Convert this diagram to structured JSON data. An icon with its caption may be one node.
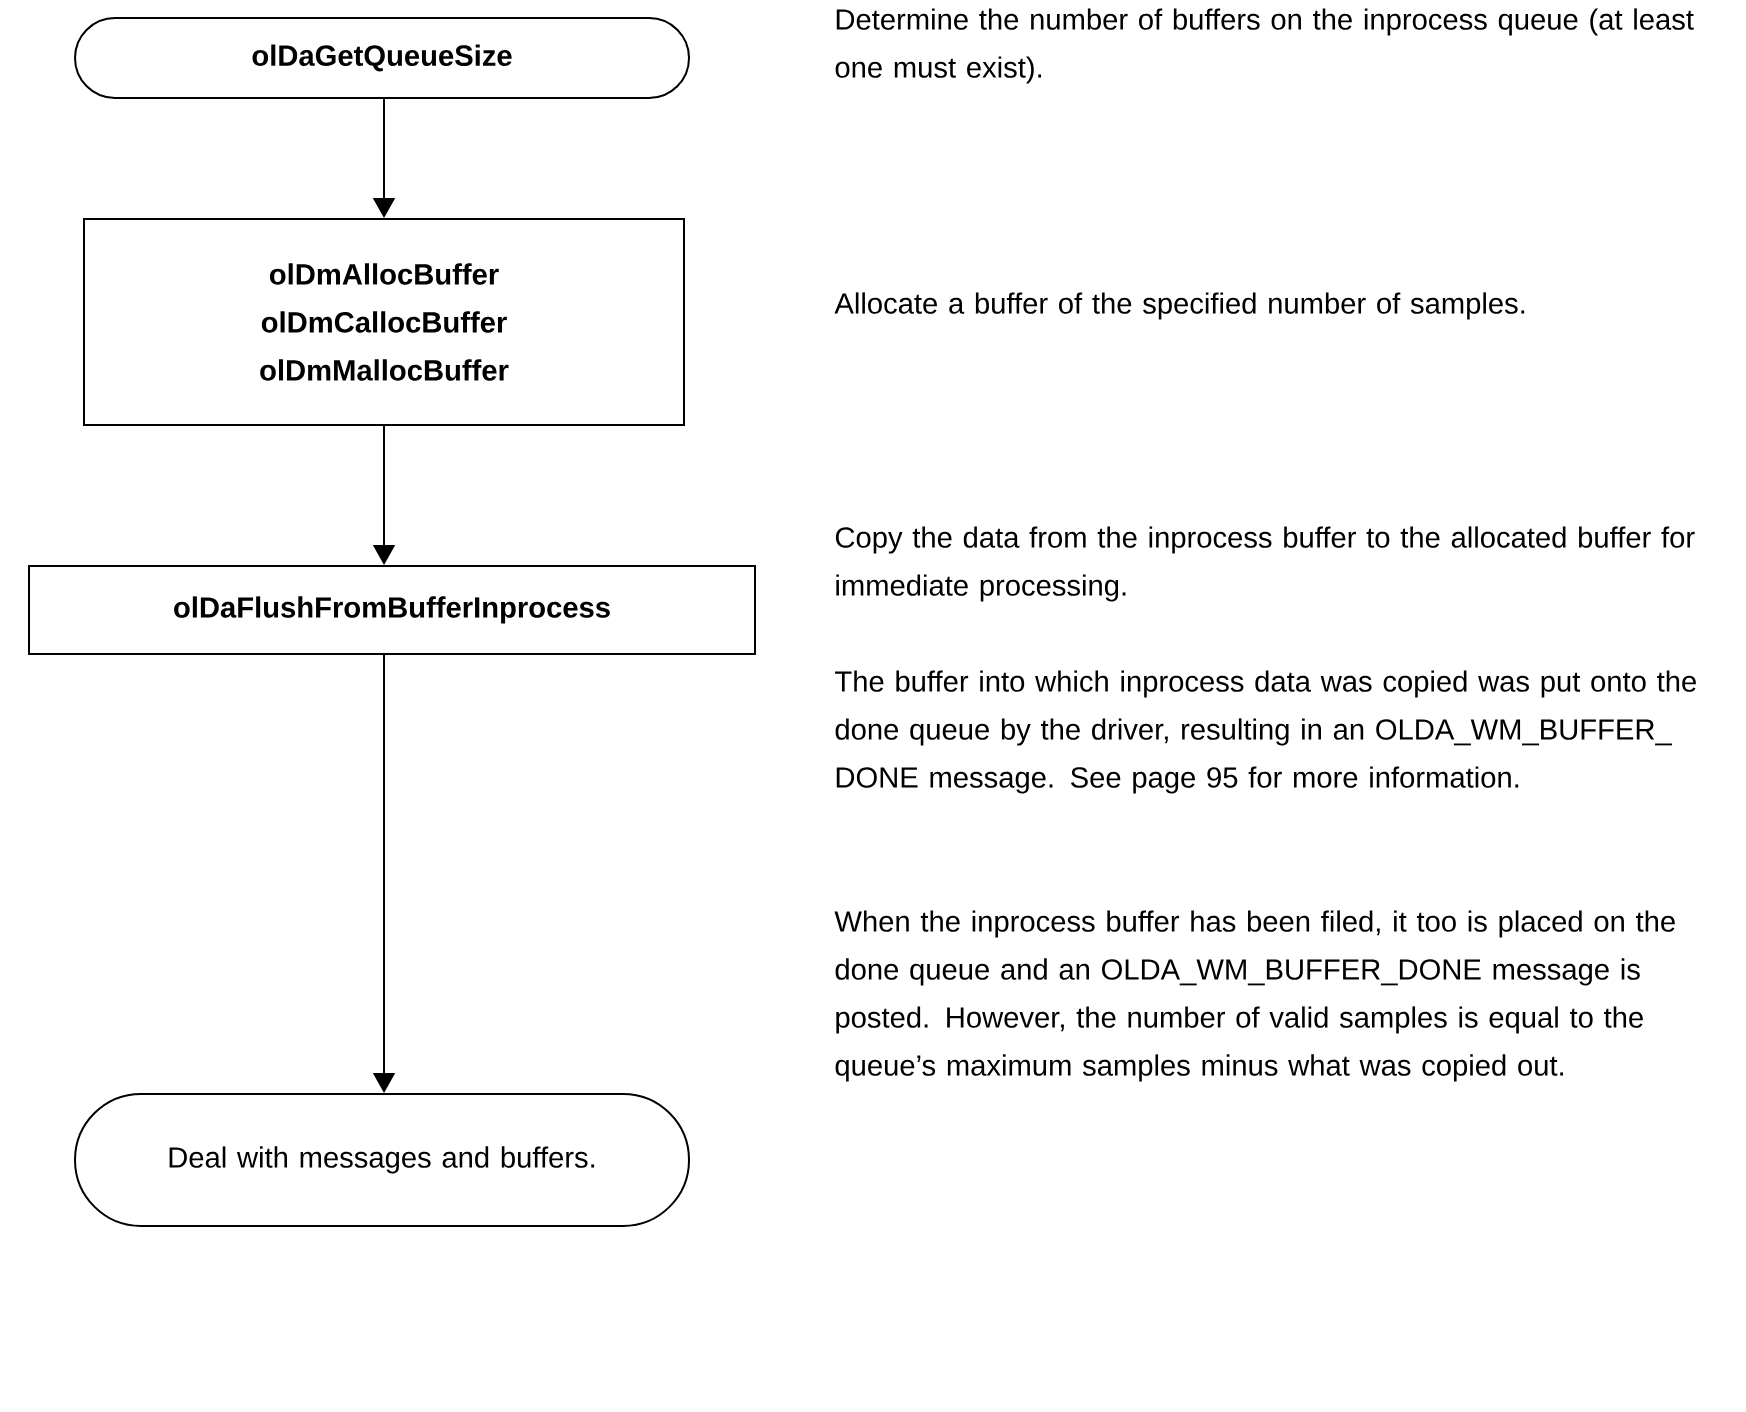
{
  "diagram": {
    "nodes": [
      {
        "text": [
          "olDaGetQueueSize"
        ]
      },
      {
        "text": [
          "olDmAllocBuffer",
          "olDmCallocBuffer",
          "olDmMallocBuffer"
        ]
      },
      {
        "text": [
          "olDaFlushFromBufferInprocess"
        ]
      },
      {
        "text": [
          "Deal with messages and buffers."
        ]
      }
    ],
    "edges": [
      {
        "from": 0,
        "to": 1,
        "arrow": "to"
      },
      {
        "from": 1,
        "to": 2,
        "arrow": "to"
      },
      {
        "from": 2,
        "to": 3,
        "arrow": "to"
      }
    ],
    "labels": [
      "Determine the number of buffers on the inprocess queue (at least one must exist).",
      "Allocate a buffer of the specified number of samples.",
      "Copy the data from the inprocess buffer to the allocated buffer for immediate processing.",
      "The buffer into which inprocess data was copied was put onto the done queue by the driver, resulting in an OLDA_WM_BUFFER_ DONE message. See page 95 for more information.",
      "When the inprocess buffer has been filed, it too is placed on the done queue and an OLDA_WM_BUFFER_DONE message is posted. However, the number of valid samples is equal to the queue’s maximum samples minus what was copied out."
    ]
  }
}
